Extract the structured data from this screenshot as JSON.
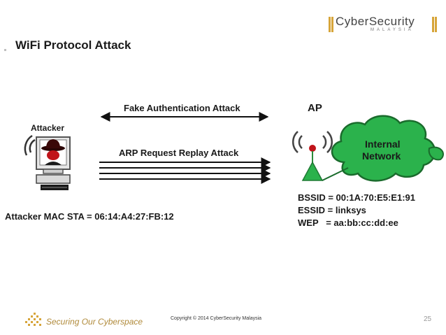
{
  "slide": {
    "title": "WiFi Protocol Attack",
    "page_number": "25"
  },
  "header_logo": {
    "name": "CyberSecurity",
    "sub": "MALAYSIA"
  },
  "diagram": {
    "attacker_label": "Attacker",
    "ap_label": "AP",
    "network_label_line1": "Internal",
    "network_label_line2": "Network",
    "attack1": "Fake Authentication Attack",
    "attack2": "ARP Request Replay Attack",
    "attacker_mac": "Attacker  MAC STA = 06:14:A4:27:FB:12",
    "ap_info": [
      "BSSID = 00:1A:70:E5:E1:91",
      "ESSID = linksys",
      "WEP   = aa:bb:cc:dd:ee"
    ]
  },
  "footer": {
    "tagline": "Securing Our Cyberspace",
    "copyright": "Copyright © 2014 CyberSecurity Malaysia"
  },
  "colors": {
    "brand_gold": "#d7a53a",
    "network_cloud": "#2bb24c",
    "hacker_red": "#c0141a"
  }
}
